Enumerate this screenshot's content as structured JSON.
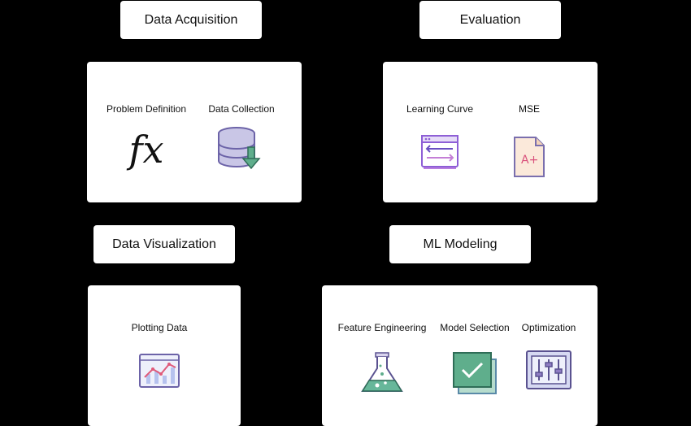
{
  "sections": {
    "data_acquisition": {
      "title": "Data Acquisition",
      "items": [
        {
          "label": "Problem Definition",
          "icon": "function-fx-icon"
        },
        {
          "label": "Data Collection",
          "icon": "database-download-icon"
        }
      ]
    },
    "evaluation": {
      "title": "Evaluation",
      "items": [
        {
          "label": "Learning Curve",
          "icon": "browser-slider-icon"
        },
        {
          "label": "MSE",
          "icon": "graded-document-icon"
        }
      ]
    },
    "data_visualization": {
      "title": "Data Visualization",
      "items": [
        {
          "label": "Plotting Data",
          "icon": "line-chart-icon"
        }
      ]
    },
    "ml_modeling": {
      "title": "ML Modeling",
      "items": [
        {
          "label": "Feature Engineering",
          "icon": "flask-icon"
        },
        {
          "label": "Model Selection",
          "icon": "checkbox-icon"
        },
        {
          "label": "Optimization",
          "icon": "sliders-icon"
        }
      ]
    }
  },
  "icon_glyphs": {
    "fx": "fx",
    "grade": "A+"
  },
  "colors": {
    "background": "#000000",
    "panel": "#ffffff",
    "accent_purple": "#8e7cc3",
    "accent_green": "#5fae8c"
  }
}
